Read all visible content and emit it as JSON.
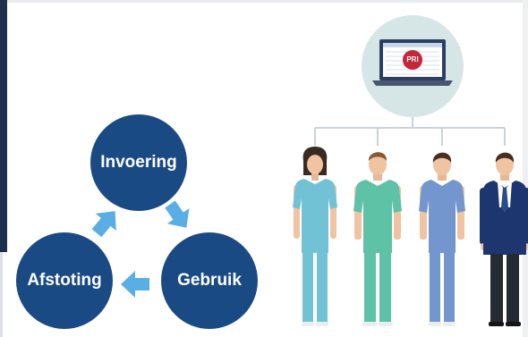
{
  "cycle": {
    "nodes": [
      {
        "id": "invoering",
        "label": "Invoering"
      },
      {
        "id": "gebruik",
        "label": "Gebruik"
      },
      {
        "id": "afstoting",
        "label": "Afstoting"
      }
    ]
  },
  "device": {
    "badge": "PRI"
  },
  "colors": {
    "circle": "#1a4a84",
    "arrow": "#5aaee6",
    "device_bg": "#d6e6e7",
    "badge": "#c4263a",
    "connector": "#c9d3da"
  },
  "people_icons": [
    "nurse-female-icon",
    "nurse-male-icon",
    "nurse-male-blue-icon",
    "doctor-suit-icon"
  ]
}
